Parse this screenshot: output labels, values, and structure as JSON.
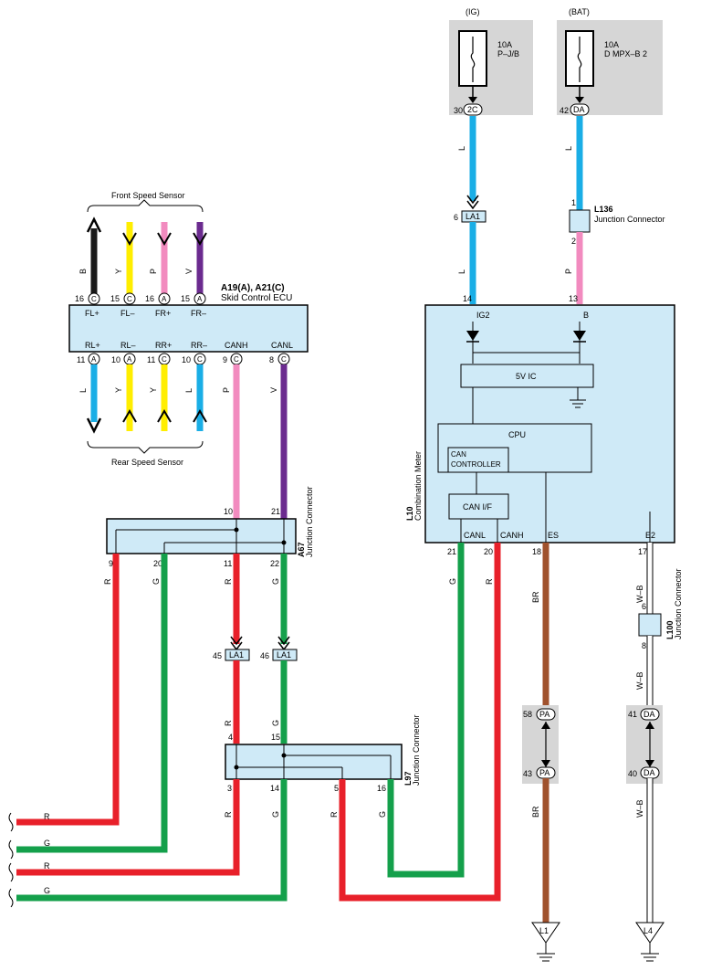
{
  "colors": {
    "B": "#1a1a1a",
    "Y": "#ffee00",
    "P": "#f28bbf",
    "V": "#6b2b8f",
    "L": "#1aaee6",
    "R": "#e8202a",
    "G": "#14a04b",
    "BR": "#a0522d",
    "WB": "#ffffff",
    "box": "#cfeaf7",
    "shade": "#d6d6d6"
  },
  "sensors": {
    "front": "Front Speed Sensor",
    "rear": "Rear Speed Sensor"
  },
  "ecu": {
    "id": "A19(A), A21(C)",
    "name": "Skid Control ECU",
    "top_pins": [
      {
        "num": "16",
        "conn": "C",
        "label": "FL+",
        "wire": "B"
      },
      {
        "num": "15",
        "conn": "C",
        "label": "FL–",
        "wire": "Y"
      },
      {
        "num": "16",
        "conn": "A",
        "label": "FR+",
        "wire": "P"
      },
      {
        "num": "15",
        "conn": "A",
        "label": "FR–",
        "wire": "V"
      }
    ],
    "bottom_pins": [
      {
        "num": "11",
        "conn": "A",
        "label": "RL+",
        "wire": "L"
      },
      {
        "num": "10",
        "conn": "A",
        "label": "RL–",
        "wire": "Y"
      },
      {
        "num": "11",
        "conn": "C",
        "label": "RR+",
        "wire": "Y"
      },
      {
        "num": "10",
        "conn": "C",
        "label": "RR–",
        "wire": "L"
      },
      {
        "num": "9",
        "conn": "C",
        "label": "CANH",
        "wire": "P"
      },
      {
        "num": "8",
        "conn": "C",
        "label": "CANL",
        "wire": "V"
      }
    ]
  },
  "fuses": [
    {
      "source": "(IG)",
      "rating": "10A",
      "name": "P–J/B",
      "pin": "30",
      "conn": "2C"
    },
    {
      "source": "(BAT)",
      "rating": "10A",
      "name": "D MPX–B 2",
      "pin": "42",
      "conn": "DA"
    }
  ],
  "a67": {
    "id": "A67",
    "name": "Junction Connector",
    "pins": {
      "in1": "10",
      "in2": "21",
      "o1": "9",
      "o2": "20",
      "o3": "11",
      "o4": "22"
    }
  },
  "la1": [
    {
      "pin": "6",
      "name": "LA1"
    },
    {
      "pin": "45",
      "name": "LA1"
    },
    {
      "pin": "46",
      "name": "LA1"
    }
  ],
  "l136": {
    "id": "L136",
    "name": "Junction Connector",
    "pin_top": "1",
    "pin_bot": "2"
  },
  "l97": {
    "id": "L97",
    "name": "Junction Connector",
    "pins": {
      "t1": "4",
      "t2": "15",
      "b1": "3",
      "b2": "14",
      "b3": "5",
      "b4": "16"
    }
  },
  "meter": {
    "id": "L10",
    "name": "Combination Meter",
    "top_pins": [
      {
        "num": "14",
        "label": "IG2"
      },
      {
        "num": "13",
        "label": "B"
      }
    ],
    "ic": "5V IC",
    "cpu": "CPU",
    "can_ctrl": [
      "CAN",
      "CONTROLLER"
    ],
    "can_if": "CAN I/F",
    "bottom_pins": [
      {
        "num": "21",
        "label": "CANL",
        "wire": "G"
      },
      {
        "num": "20",
        "label": "CANH",
        "wire": "R"
      },
      {
        "num": "18",
        "label": "ES",
        "wire": "BR"
      },
      {
        "num": "17",
        "label": "E2",
        "wire": "W–B"
      }
    ]
  },
  "l100": {
    "id": "L100",
    "name": "Junction Connector",
    "pin_top": "6",
    "pin_bot": "8"
  },
  "pa": [
    {
      "pin": "58",
      "name": "PA"
    },
    {
      "pin": "43",
      "name": "PA"
    }
  ],
  "da": [
    {
      "pin": "41",
      "name": "DA"
    },
    {
      "pin": "40",
      "name": "DA"
    }
  ],
  "grounds": [
    "L1",
    "L4"
  ],
  "wires": {
    "B": "B",
    "Y": "Y",
    "P": "P",
    "V": "V",
    "L": "L",
    "R": "R",
    "G": "G",
    "BR": "BR",
    "WB": "W–B"
  }
}
